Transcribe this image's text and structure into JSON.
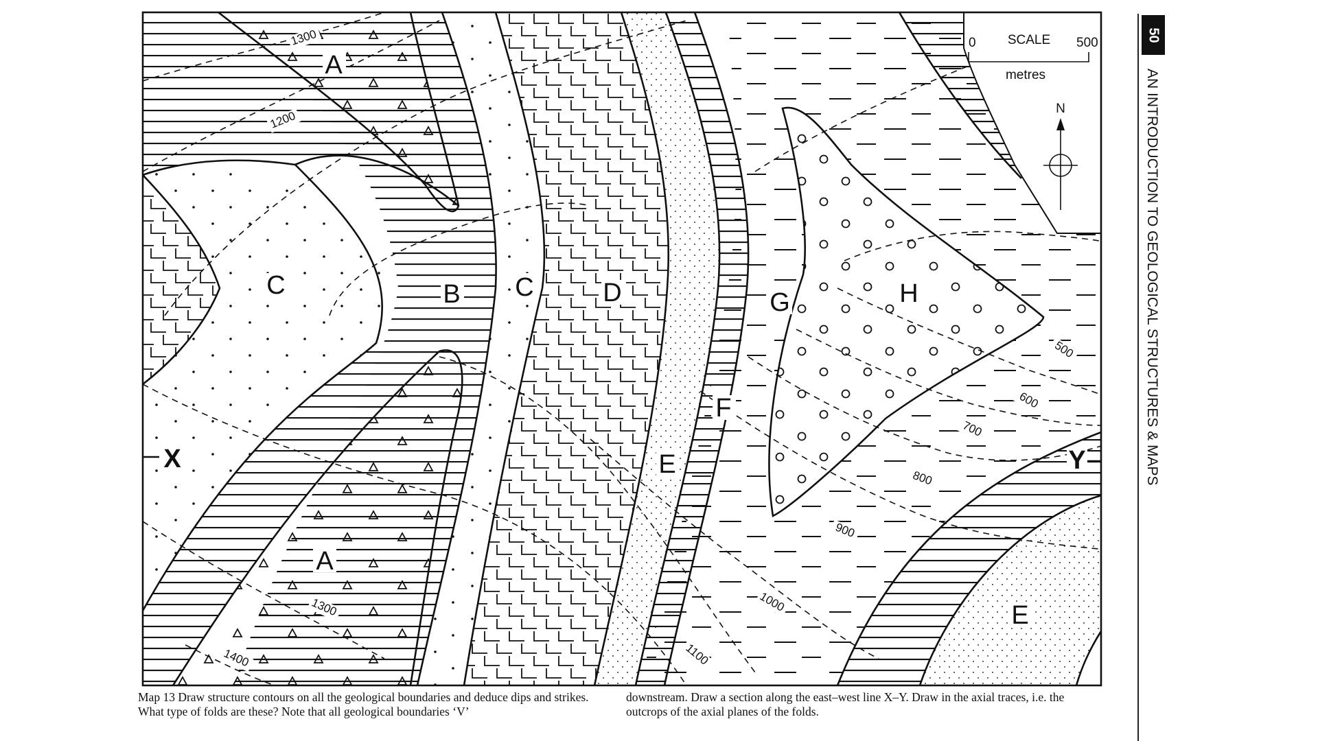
{
  "page": {
    "number": "50",
    "running_title": "AN INTRODUCTION TO GEOLOGICAL STRUCTURES & MAPS"
  },
  "map": {
    "units": {
      "A": "A",
      "B": "B",
      "C": "C",
      "D": "D",
      "E": "E",
      "F": "F",
      "G": "G",
      "H": "H"
    },
    "section_line": {
      "west": "X",
      "east": "Y"
    },
    "contours": [
      "1400",
      "1300",
      "1200",
      "1100",
      "1000",
      "900",
      "800",
      "700",
      "600",
      "500"
    ],
    "scale": {
      "title": "SCALE",
      "start": "0",
      "end": "500",
      "unit": "metres"
    },
    "north": "N"
  },
  "caption": {
    "left": "Map 13  Draw structure contours on all the geological boundaries and deduce dips and strikes. What type of folds are these? Note that all geological boundaries ‘V’",
    "right": "downstream. Draw a section along the east–west line X–Y. Draw in the axial traces, i.e. the outcrops of the axial planes of the folds."
  }
}
